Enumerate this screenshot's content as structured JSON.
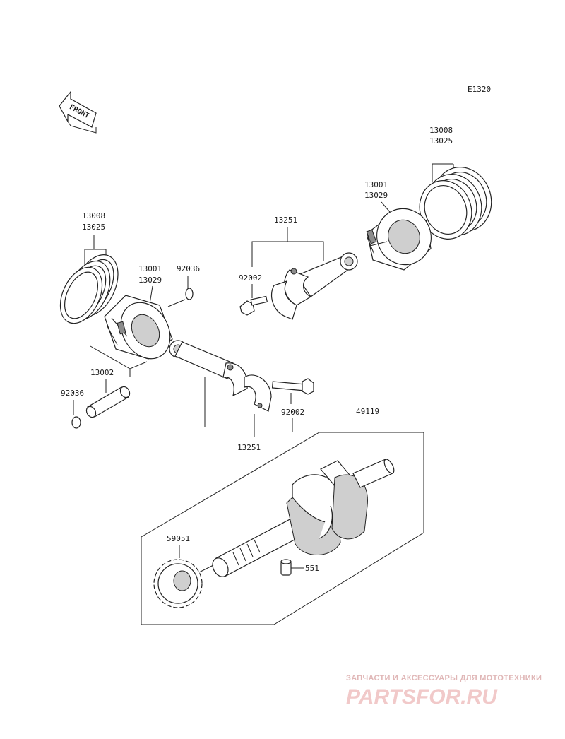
{
  "diagram": {
    "code": "E1320",
    "front_label": "FRONT",
    "callouts": {
      "right_rings": [
        "13008",
        "13025"
      ],
      "right_piston": [
        "13001",
        "13029"
      ],
      "right_rod": "13251",
      "right_bolt": "92002",
      "left_rings": [
        "13008",
        "13025"
      ],
      "left_piston": [
        "13001",
        "13029"
      ],
      "left_clip_top": "92036",
      "pin": "13002",
      "left_clip_bottom": "92036",
      "left_bolt": "92002",
      "left_rod": "13251",
      "crankshaft": "49119",
      "gear": "59051",
      "dowel": "551"
    }
  },
  "watermark": {
    "caption": "ЗАПЧАСТИ И АКСЕССУАРЫ ДЛЯ МОТОТЕХНИКИ",
    "logo": "PARTSFOR.RU"
  }
}
